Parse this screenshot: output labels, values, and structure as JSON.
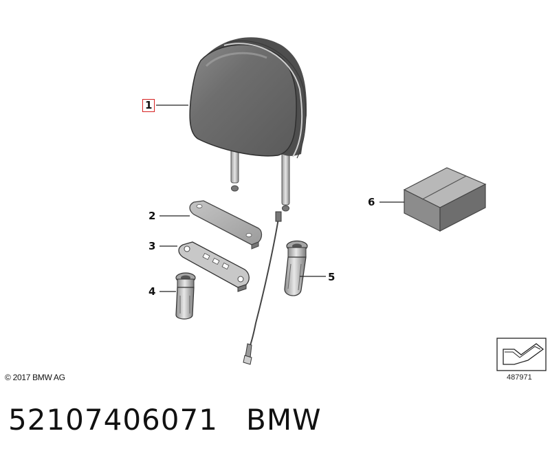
{
  "callouts": [
    {
      "id": "1",
      "label": "1"
    },
    {
      "id": "2",
      "label": "2"
    },
    {
      "id": "3",
      "label": "3"
    },
    {
      "id": "4",
      "label": "4"
    },
    {
      "id": "5",
      "label": "5"
    },
    {
      "id": "6",
      "label": "6"
    }
  ],
  "copyright": "© 2017 BMW AG",
  "diagram_ref": "487971",
  "footer": {
    "part_number": "52107406071",
    "brand": "BMW"
  },
  "colors": {
    "highlight_box": "#d62020",
    "part_fill": "#9a9a9a",
    "outline": "#333333"
  },
  "icons": [
    "headrest",
    "guide-plate",
    "guide-bracket",
    "guide-sleeve-left",
    "guide-sleeve-right",
    "cable",
    "package-box",
    "nav-arrow-icon"
  ]
}
